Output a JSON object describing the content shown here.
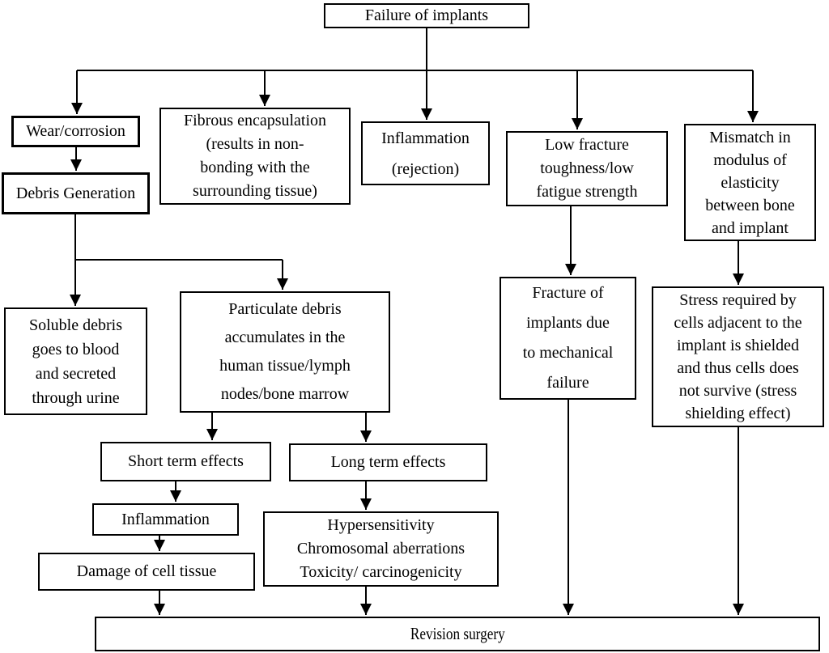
{
  "diagram": {
    "type": "flowchart",
    "colors": {
      "line": "#000000",
      "box_border": "#000000",
      "box_fill": "#ffffff",
      "text": "#000000",
      "background": "#ffffff"
    }
  },
  "nodes": {
    "failure": {
      "label": "Failure of implants"
    },
    "wear": {
      "label": "Wear/corrosion"
    },
    "debris": {
      "label": "Debris Generation"
    },
    "fibrous": {
      "label": "Fibrous encapsulation\n(results in non-\nbonding with the\nsurrounding tissue)"
    },
    "inflammation_rejection": {
      "label": "Inflammation\n(rejection)"
    },
    "low_fracture": {
      "label": "Low fracture\ntoughness/low\nfatigue strength"
    },
    "mismatch": {
      "label": "Mismatch in\nmodulus of\nelasticity\nbetween bone\nand implant"
    },
    "soluble": {
      "label": "Soluble debris\ngoes to blood\nand secreted\nthrough urine"
    },
    "particulate": {
      "label": "Particulate debris\naccumulates in the\nhuman tissue/lymph\nnodes/bone marrow"
    },
    "fracture_mechanical": {
      "label": "Fracture of\nimplants due\nto mechanical\nfailure"
    },
    "stress_shielding": {
      "label": "Stress required by\ncells adjacent to the\nimplant is shielded\nand thus cells does\nnot survive (stress\nshielding effect)"
    },
    "short_term": {
      "label": "Short term effects"
    },
    "long_term": {
      "label": "Long term effects"
    },
    "inflammation": {
      "label": "Inflammation"
    },
    "damage": {
      "label": "Damage of cell tissue"
    },
    "hypersensitivity": {
      "label": "Hypersensitivity\nChromosomal aberrations\nToxicity/ carcinogenicity"
    },
    "revision": {
      "label": "Revision surgery"
    }
  },
  "edges": [
    {
      "from": "failure",
      "to": "wear"
    },
    {
      "from": "failure",
      "to": "fibrous"
    },
    {
      "from": "failure",
      "to": "inflammation_rejection"
    },
    {
      "from": "failure",
      "to": "low_fracture"
    },
    {
      "from": "failure",
      "to": "mismatch"
    },
    {
      "from": "wear",
      "to": "debris"
    },
    {
      "from": "debris",
      "to": "soluble"
    },
    {
      "from": "debris",
      "to": "particulate"
    },
    {
      "from": "particulate",
      "to": "short_term"
    },
    {
      "from": "particulate",
      "to": "long_term"
    },
    {
      "from": "short_term",
      "to": "inflammation"
    },
    {
      "from": "inflammation",
      "to": "damage"
    },
    {
      "from": "damage",
      "to": "revision"
    },
    {
      "from": "long_term",
      "to": "hypersensitivity"
    },
    {
      "from": "hypersensitivity",
      "to": "revision"
    },
    {
      "from": "low_fracture",
      "to": "fracture_mechanical"
    },
    {
      "from": "fracture_mechanical",
      "to": "revision"
    },
    {
      "from": "mismatch",
      "to": "stress_shielding"
    },
    {
      "from": "stress_shielding",
      "to": "revision"
    }
  ]
}
